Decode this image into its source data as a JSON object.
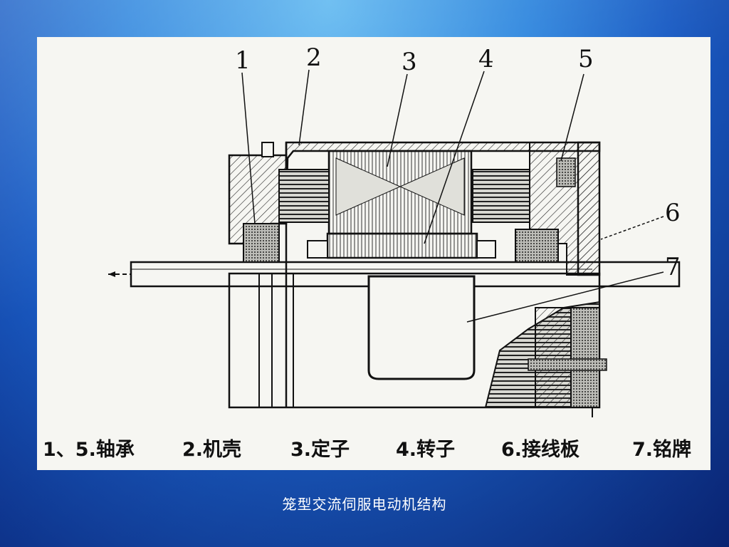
{
  "figure": {
    "callouts": [
      {
        "id": "1",
        "label": "1"
      },
      {
        "id": "2",
        "label": "2"
      },
      {
        "id": "3",
        "label": "3"
      },
      {
        "id": "4",
        "label": "4"
      },
      {
        "id": "5",
        "label": "5"
      },
      {
        "id": "6",
        "label": "6"
      },
      {
        "id": "7",
        "label": "7"
      }
    ],
    "legend": [
      "1、5.轴承",
      "2.机壳",
      "3.定子",
      "4.转子",
      "6.接线板",
      "7.铭牌"
    ]
  },
  "caption": "笼型交流伺服电动机结构"
}
